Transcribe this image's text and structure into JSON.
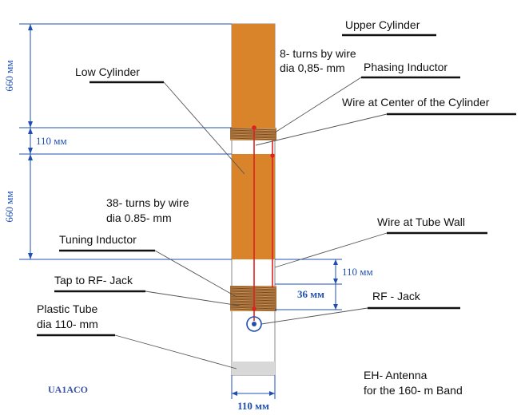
{
  "labels": {
    "upper_cylinder": "Upper Cylinder",
    "turns_8_line1": "8- turns by wire",
    "turns_8_line2": "dia 0,85- mm",
    "phasing_inductor": "Phasing Inductor",
    "wire_center": "Wire at Center of the Cylinder",
    "low_cylinder": "Low Cylinder",
    "turns_38_line1": "38- turns by wire",
    "turns_38_line2": "dia 0.85- mm",
    "tuning_inductor": "Tuning Inductor",
    "wire_tube_wall": "Wire at Tube Wall",
    "tap_rf_jack": "Tap to RF- Jack",
    "rf_jack": "RF - Jack",
    "plastic_tube_line1": "Plastic Tube",
    "plastic_tube_line2": "dia 110- mm",
    "caption_line1": "EH- Antenna",
    "caption_line2": "for the 160- m Band",
    "signature": "UA1ACO"
  },
  "dimensions": {
    "upper_height": "660 мм",
    "gap_height": "110 мм",
    "lower_height": "660 мм",
    "bottom_gap": "110 мм",
    "jack_offset": "36 мм",
    "tube_width": "110 мм"
  },
  "colors": {
    "cylinder": "#d9832b",
    "wire": "#e02020",
    "dimension": "#1f4fb3",
    "coil": "#a8703a"
  }
}
